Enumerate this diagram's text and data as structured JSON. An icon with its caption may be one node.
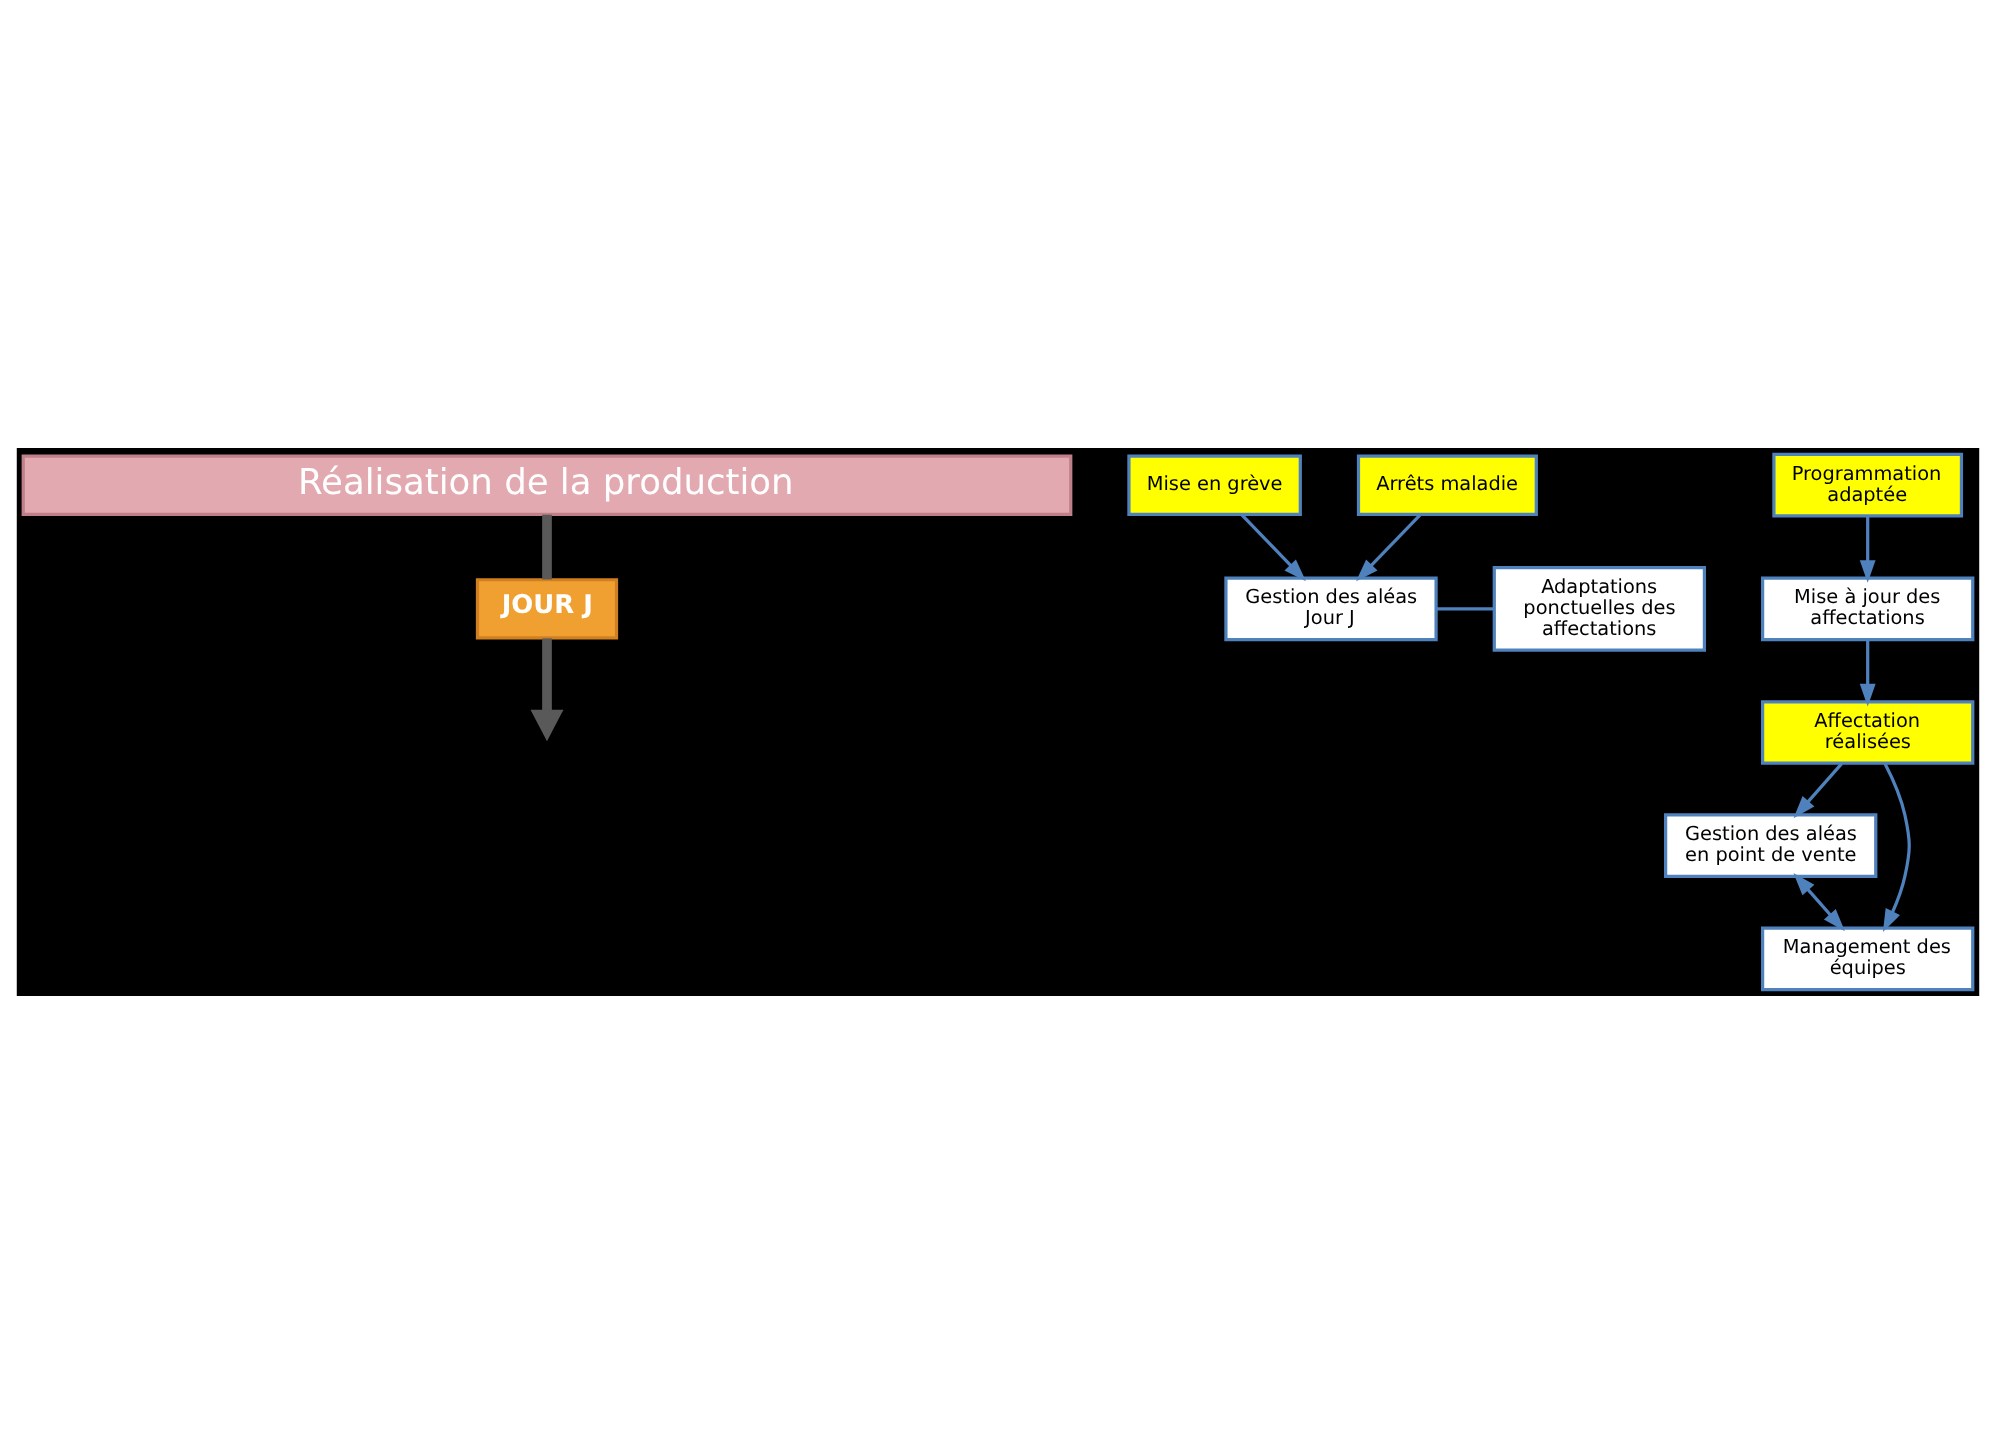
{
  "diagram": {
    "nodes": [
      {
        "text": [
          "Réalisation de la production"
        ]
      },
      {
        "text": [
          "Mise en grève"
        ]
      },
      {
        "text": [
          "Arrêts maladie"
        ]
      },
      {
        "text": [
          "Programmation adaptée"
        ]
      },
      {
        "text": [
          "Gestion des aléas Jour J"
        ]
      },
      {
        "text": [
          "Adaptations ponctuelles des affectations"
        ]
      },
      {
        "text": [
          "JOUR J"
        ]
      },
      {
        "text": [
          "Mise à jour des affectations"
        ]
      },
      {
        "text": [
          "Affectation réalisées"
        ]
      },
      {
        "text": [
          "Gestion des aléas en point de vente"
        ]
      },
      {
        "text": [
          "Management des équipes"
        ]
      }
    ],
    "edges": [
      {
        "from": 1,
        "to": 4,
        "arrow": "to"
      },
      {
        "from": 2,
        "to": 4,
        "arrow": "to"
      },
      {
        "from": 3,
        "to": 7,
        "arrow": "to"
      },
      {
        "from": 4,
        "to": 5,
        "arrow": "none"
      },
      {
        "from": 7,
        "to": 8,
        "arrow": "to"
      },
      {
        "from": 8,
        "to": 9,
        "arrow": "to"
      },
      {
        "from": 8,
        "to": 10,
        "arrow": "to"
      },
      {
        "from": 9,
        "to": 10,
        "arrow": "both"
      },
      {
        "from": 0,
        "to": 6,
        "arrow": "none",
        "style": "thick",
        "color": "#595959"
      },
      {
        "from": 6,
        "to": null,
        "arrow": "to",
        "style": "thick",
        "color": "#595959"
      }
    ]
  }
}
